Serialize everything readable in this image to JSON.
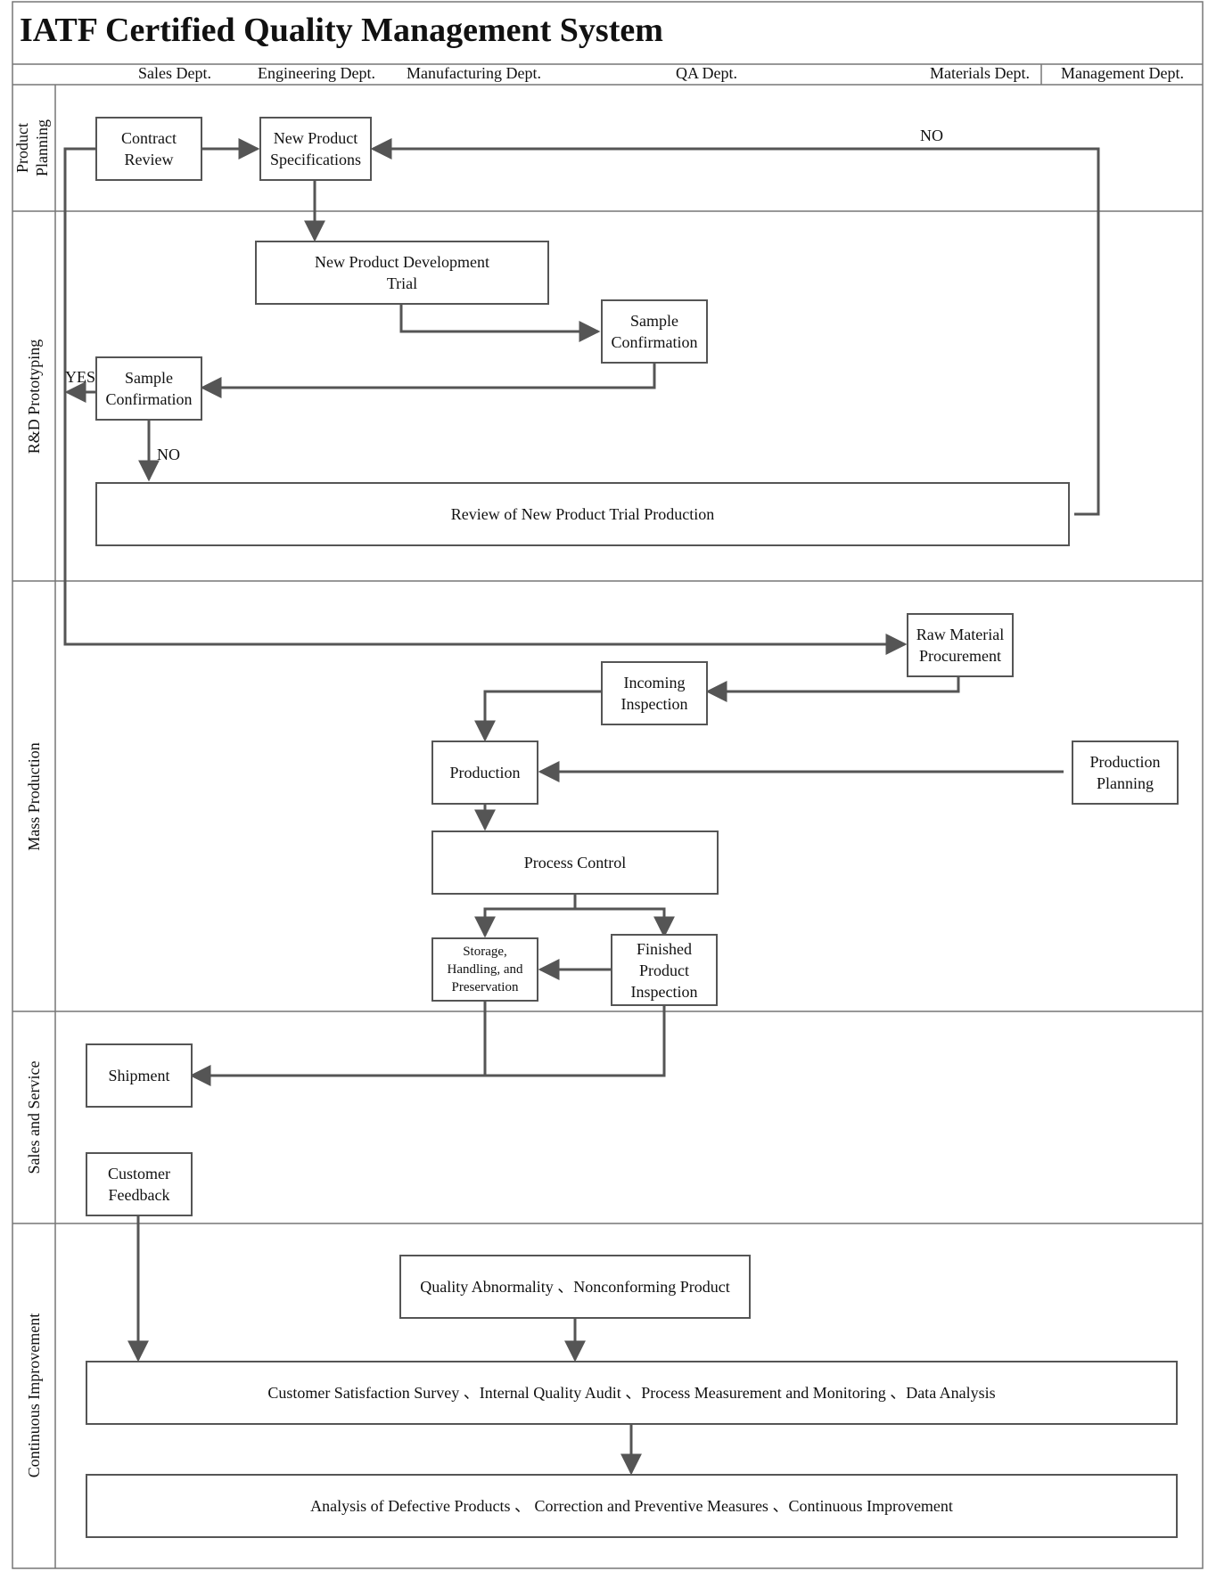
{
  "title": "IATF Certified Quality Management System",
  "departments": [
    "Sales Dept.",
    "Engineering Dept.",
    "Manufacturing Dept.",
    "QA Dept.",
    "Materials Dept.",
    "Management Dept."
  ],
  "lanes": [
    "Product\nPlanning",
    "R&D Prototyping",
    "Mass Production",
    "Sales and Service",
    "Continuous Improvement"
  ],
  "nodes": {
    "contract_review": "Contract\nReview",
    "new_product_specs": "New Product\nSpecifications",
    "npd_trial": "New Product Development\nTrial",
    "sample_confirm_1": "Sample\nConfirmation",
    "sample_confirm_2": "Sample\nConfirmation",
    "review_trial": "Review of New Product Trial Production",
    "raw_material": "Raw Material\nProcurement",
    "incoming_inspection": "Incoming\nInspection",
    "production": "Production",
    "production_planning": "Production\nPlanning",
    "process_control": "Process Control",
    "storage": "Storage,\nHandling, and\nPreservation",
    "finished_inspection": "Finished\nProduct\nInspection",
    "shipment": "Shipment",
    "customer_feedback": "Customer\nFeedback",
    "quality_abnormality": "Quality Abnormality 、Nonconforming Product",
    "satisfaction_survey": "Customer Satisfaction Survey 、Internal Quality Audit 、Process Measurement and Monitoring 、Data Analysis",
    "defect_analysis": "Analysis of Defective Products 、 Correction and Preventive Measures  、Continuous Improvement"
  },
  "edge_labels": {
    "no_top": "NO",
    "yes": "YES",
    "no_sample": "NO"
  }
}
